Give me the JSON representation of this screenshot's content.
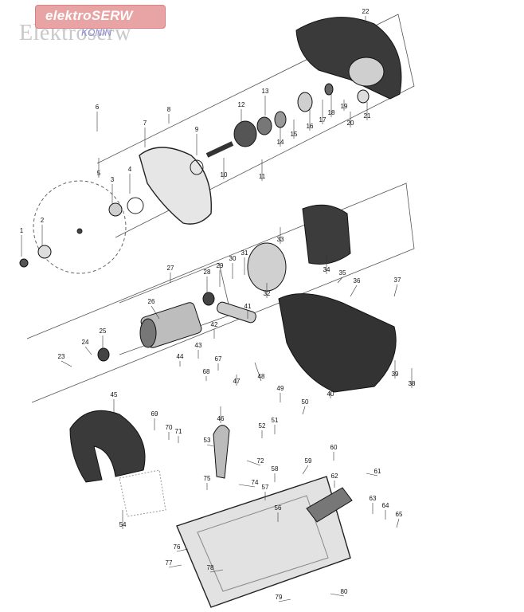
{
  "watermark": {
    "brand": "elektroSERW",
    "back": "Elektroserw",
    "city": "KONIN"
  },
  "callouts": [
    {
      "id": "c1",
      "label": "1"
    },
    {
      "id": "c2",
      "label": "2"
    },
    {
      "id": "c3",
      "label": "3"
    },
    {
      "id": "c4",
      "label": "4"
    },
    {
      "id": "c5",
      "label": "5"
    },
    {
      "id": "c6",
      "label": "6"
    },
    {
      "id": "c7",
      "label": "7"
    },
    {
      "id": "c8",
      "label": "8"
    },
    {
      "id": "c9",
      "label": "9"
    },
    {
      "id": "c10",
      "label": "10"
    },
    {
      "id": "c11",
      "label": "11"
    },
    {
      "id": "c12",
      "label": "12"
    },
    {
      "id": "c13",
      "label": "13"
    },
    {
      "id": "c14",
      "label": "14"
    },
    {
      "id": "c15",
      "label": "15"
    },
    {
      "id": "c16",
      "label": "16"
    },
    {
      "id": "c17",
      "label": "17"
    },
    {
      "id": "c18",
      "label": "18"
    },
    {
      "id": "c19",
      "label": "19"
    },
    {
      "id": "c20",
      "label": "20"
    },
    {
      "id": "c21",
      "label": "21"
    },
    {
      "id": "c22",
      "label": "22"
    },
    {
      "id": "c23",
      "label": "23"
    },
    {
      "id": "c24",
      "label": "24"
    },
    {
      "id": "c25",
      "label": "25"
    },
    {
      "id": "c26",
      "label": "26"
    },
    {
      "id": "c27",
      "label": "27"
    },
    {
      "id": "c28",
      "label": "28"
    },
    {
      "id": "c29",
      "label": "29"
    },
    {
      "id": "c30",
      "label": "30"
    },
    {
      "id": "c31",
      "label": "31"
    },
    {
      "id": "c32",
      "label": "32"
    },
    {
      "id": "c33",
      "label": "33"
    },
    {
      "id": "c34",
      "label": "34"
    },
    {
      "id": "c35",
      "label": "35"
    },
    {
      "id": "c36",
      "label": "36"
    },
    {
      "id": "c37",
      "label": "37"
    },
    {
      "id": "c38",
      "label": "38"
    },
    {
      "id": "c39",
      "label": "39"
    },
    {
      "id": "c40",
      "label": "40"
    },
    {
      "id": "c41",
      "label": "41"
    },
    {
      "id": "c42",
      "label": "42"
    },
    {
      "id": "c43",
      "label": "43"
    },
    {
      "id": "c44",
      "label": "44"
    },
    {
      "id": "c45",
      "label": "45"
    },
    {
      "id": "c46",
      "label": "46"
    },
    {
      "id": "c47",
      "label": "47"
    },
    {
      "id": "c48",
      "label": "48"
    },
    {
      "id": "c49",
      "label": "49"
    },
    {
      "id": "c50",
      "label": "50"
    },
    {
      "id": "c51",
      "label": "51"
    },
    {
      "id": "c52",
      "label": "52"
    },
    {
      "id": "c53",
      "label": "53"
    },
    {
      "id": "c54",
      "label": "54"
    },
    {
      "id": "c56",
      "label": "56"
    },
    {
      "id": "c57",
      "label": "57"
    },
    {
      "id": "c58",
      "label": "58"
    },
    {
      "id": "c59",
      "label": "59"
    },
    {
      "id": "c60",
      "label": "60"
    },
    {
      "id": "c61",
      "label": "61"
    },
    {
      "id": "c62",
      "label": "62"
    },
    {
      "id": "c63",
      "label": "63"
    },
    {
      "id": "c64",
      "label": "64"
    },
    {
      "id": "c65",
      "label": "65"
    },
    {
      "id": "c67",
      "label": "67"
    },
    {
      "id": "c68",
      "label": "68"
    },
    {
      "id": "c69",
      "label": "69"
    },
    {
      "id": "c70",
      "label": "70"
    },
    {
      "id": "c71",
      "label": "71"
    },
    {
      "id": "c72",
      "label": "72"
    },
    {
      "id": "c74",
      "label": "74"
    },
    {
      "id": "c75",
      "label": "75"
    },
    {
      "id": "c76",
      "label": "76"
    },
    {
      "id": "c77",
      "label": "77"
    },
    {
      "id": "c78",
      "label": "78"
    },
    {
      "id": "c79",
      "label": "79"
    },
    {
      "id": "c80",
      "label": "80"
    }
  ],
  "colors": {
    "line": "#222222",
    "part_dark": "#2b2b2b",
    "part_mid": "#8a8a8a",
    "part_light": "#d4d4d4",
    "watermark_badge": "#e8a4a4"
  }
}
